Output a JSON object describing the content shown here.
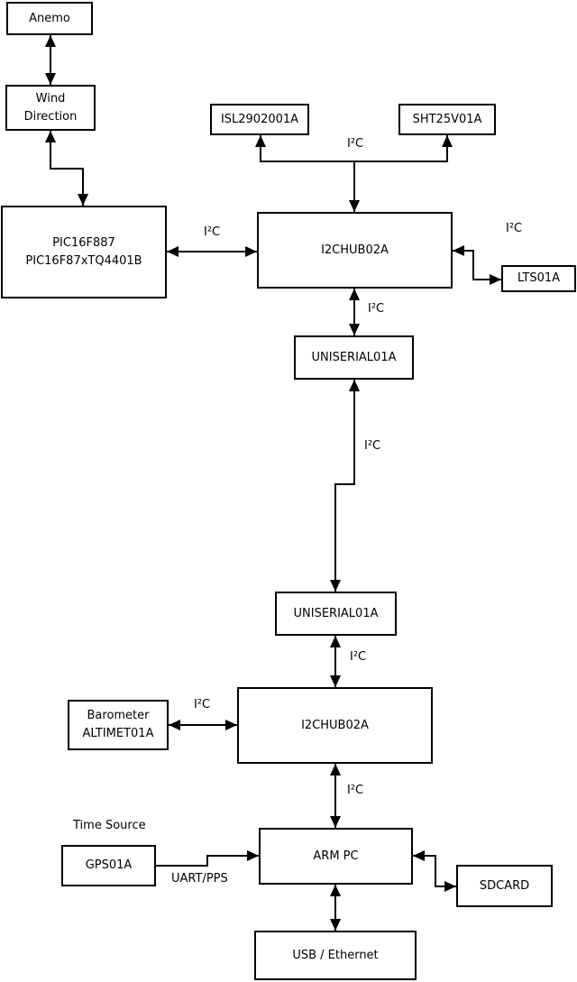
{
  "colors": {
    "background": "#ffffff",
    "line": "#000000",
    "text": "#000000"
  },
  "nodes": {
    "anemo": {
      "label": "Anemo"
    },
    "wind_direction": {
      "line1": "Wind",
      "line2": "Direction"
    },
    "pic": {
      "line1": "PIC16F887",
      "line2": "PIC16F87xTQ4401B"
    },
    "isl2902001a": {
      "label": "ISL2902001A"
    },
    "sht25v01a": {
      "label": "SHT25V01A"
    },
    "i2chub02a_top": {
      "label": "I2CHUB02A"
    },
    "lts01a": {
      "label": "LTS01A"
    },
    "uniserial01a_upper": {
      "label": "UNISERIAL01A"
    },
    "uniserial01a_lower": {
      "label": "UNISERIAL01A"
    },
    "barometer": {
      "line1": "Barometer",
      "line2": "ALTIMET01A"
    },
    "i2chub02a_bottom": {
      "label": "I2CHUB02A"
    },
    "gps01a": {
      "label": "GPS01A",
      "caption": "Time Source"
    },
    "arm_pc": {
      "label": "ARM PC"
    },
    "sdcard": {
      "label": "SDCARD"
    },
    "usb_ethernet": {
      "label": "USB / Ethernet"
    }
  },
  "edges": [
    {
      "from": "Anemo",
      "to": "Wind Direction",
      "bidirectional": true,
      "label": ""
    },
    {
      "from": "Wind Direction",
      "to": "PIC16F887 PIC16F87xTQ4401B",
      "bidirectional": true,
      "label": ""
    },
    {
      "from": "PIC16F887 PIC16F87xTQ4401B",
      "to": "I2CHUB02A (top)",
      "bidirectional": true,
      "label": "I²C"
    },
    {
      "from": "I2CHUB02A (top)",
      "to": "ISL2902001A / SHT25V01A",
      "bidirectional": false,
      "label": "I²C"
    },
    {
      "from": "I2CHUB02A (top)",
      "to": "LTS01A",
      "bidirectional": true,
      "label": "I²C"
    },
    {
      "from": "I2CHUB02A (top)",
      "to": "UNISERIAL01A (upper)",
      "bidirectional": true,
      "label": "I²C"
    },
    {
      "from": "UNISERIAL01A (upper)",
      "to": "UNISERIAL01A (lower)",
      "bidirectional": true,
      "label": "I²C"
    },
    {
      "from": "UNISERIAL01A (lower)",
      "to": "I2CHUB02A (bottom)",
      "bidirectional": true,
      "label": "I²C"
    },
    {
      "from": "Barometer ALTIMET01A",
      "to": "I2CHUB02A (bottom)",
      "bidirectional": true,
      "label": "I²C"
    },
    {
      "from": "I2CHUB02A (bottom)",
      "to": "ARM PC",
      "bidirectional": true,
      "label": "I²C"
    },
    {
      "from": "GPS01A",
      "to": "ARM PC",
      "bidirectional": false,
      "label": "UART/PPS"
    },
    {
      "from": "ARM PC",
      "to": "SDCARD",
      "bidirectional": true,
      "label": ""
    },
    {
      "from": "ARM PC",
      "to": "USB / Ethernet",
      "bidirectional": true,
      "label": ""
    }
  ]
}
